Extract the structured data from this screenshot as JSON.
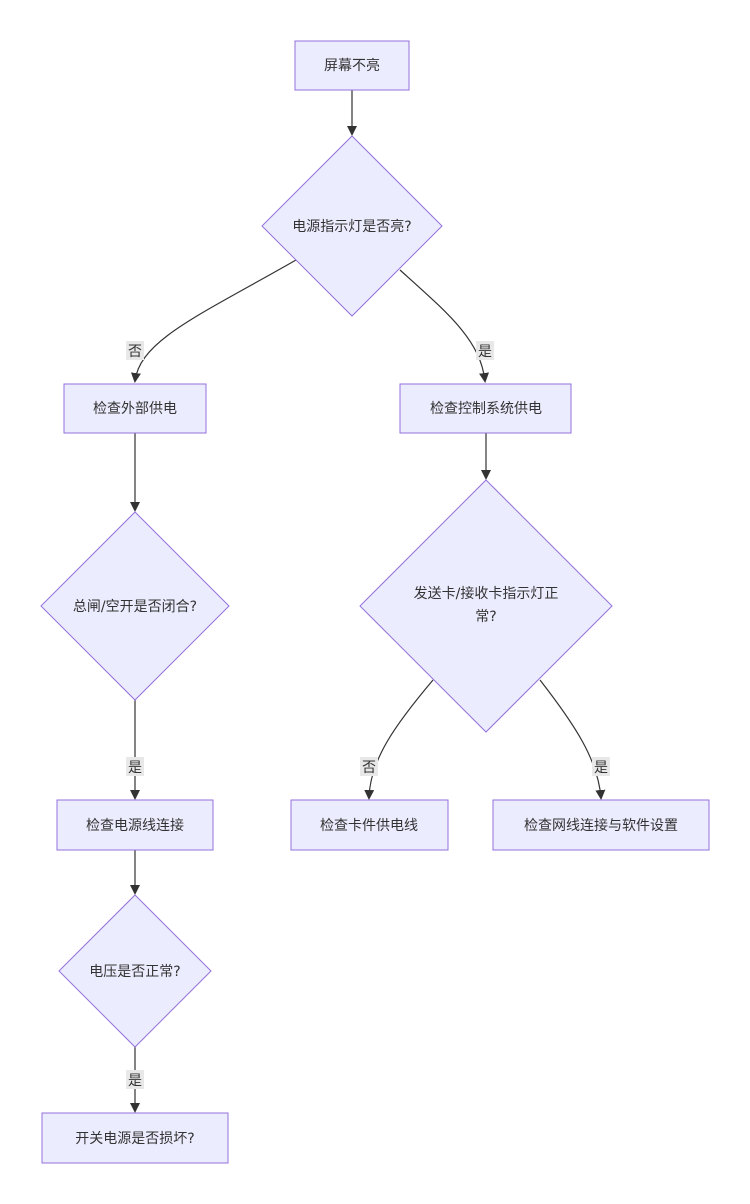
{
  "flowchart": {
    "nodes": {
      "start": "屏幕不亮",
      "q_power_light": "电源指示灯是否亮?",
      "check_external": "检查外部供电",
      "check_control": "检查控制系统供电",
      "q_breaker": "总闸/空开是否闭合?",
      "q_send_recv_line1": "发送卡/接收卡指示灯正",
      "q_send_recv_line2": "常?",
      "check_power_cable": "检查电源线连接",
      "check_card_cable": "检查卡件供电线",
      "check_network": "检查网线连接与软件设置",
      "q_voltage": "电压是否正常?",
      "q_switch": "开关电源是否损坏?"
    },
    "edge_labels": {
      "power_no": "否",
      "power_yes": "是",
      "breaker_yes": "是",
      "card_no": "否",
      "card_yes": "是",
      "voltage_yes": "是"
    }
  }
}
